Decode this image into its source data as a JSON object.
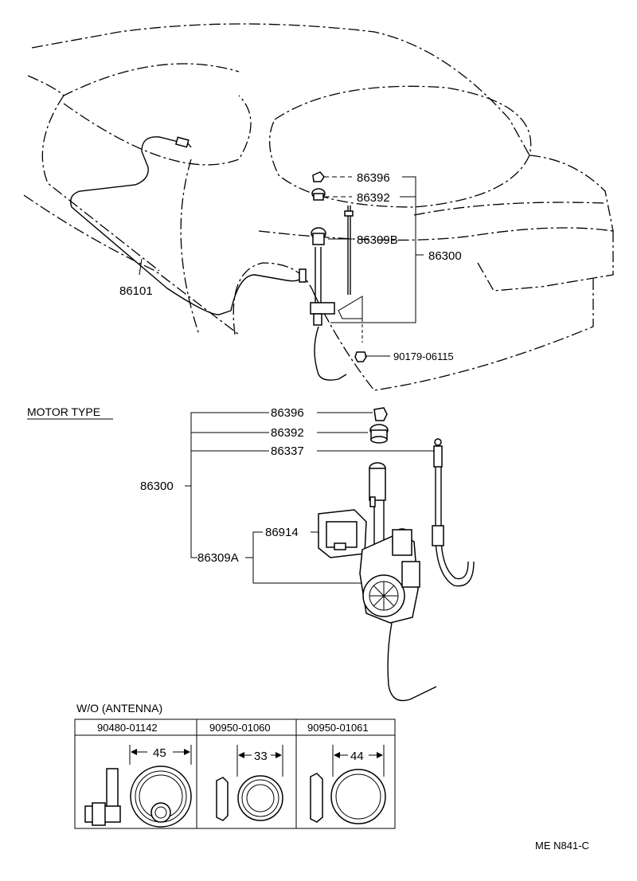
{
  "callouts_top": {
    "c86396": "86396",
    "c86392": "86392",
    "c86309B": "86309B",
    "c86300": "86300",
    "c86101": "86101",
    "c90179": "90179-06115"
  },
  "motor_section": {
    "title": "MOTOR TYPE",
    "c86396": "86396",
    "c86392": "86392",
    "c86337": "86337",
    "c86300": "86300",
    "c86914": "86914",
    "c86309A": "86309A"
  },
  "wo_antenna": {
    "title": "W/O (ANTENNA)",
    "columns": [
      {
        "part_no": "90480-01142",
        "dim": "45"
      },
      {
        "part_no": "90950-01060",
        "dim": "33"
      },
      {
        "part_no": "90950-01061",
        "dim": "44"
      }
    ]
  },
  "footer": {
    "code": "ME N841-C"
  }
}
